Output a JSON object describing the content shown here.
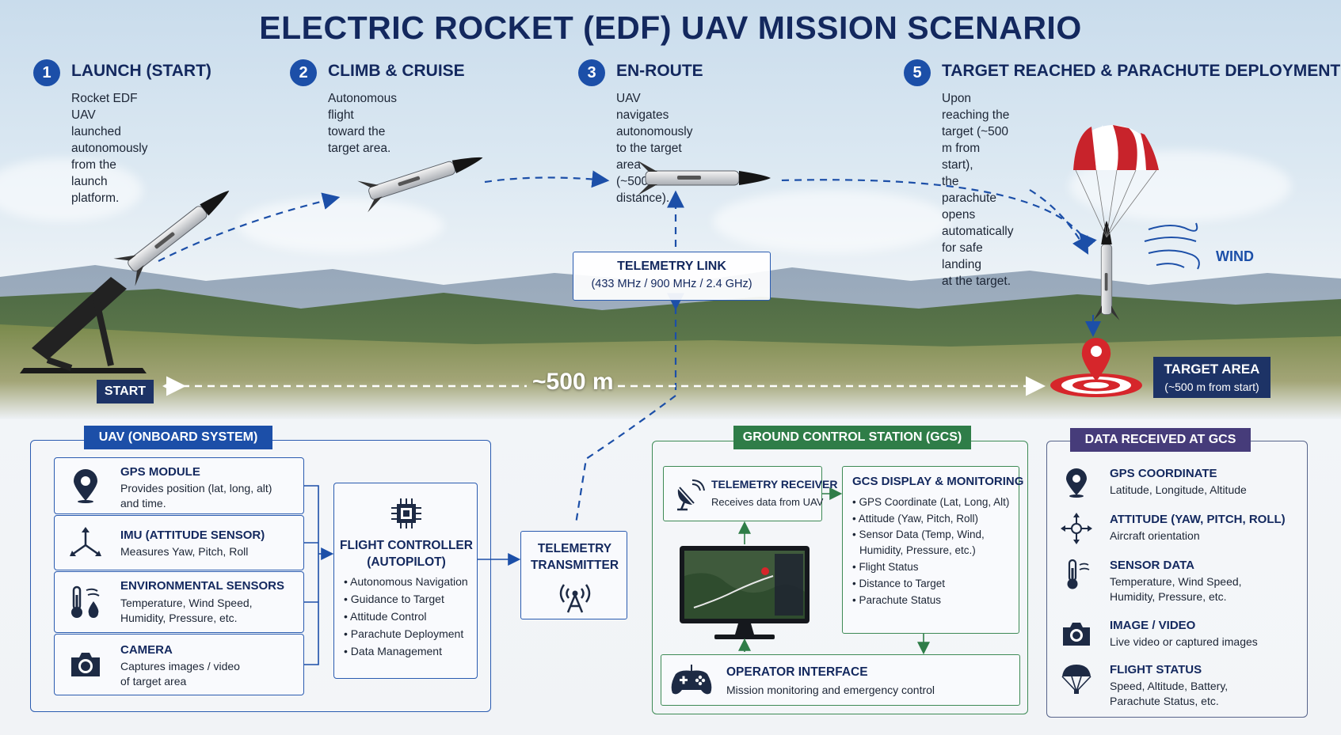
{
  "title": "ELECTRIC ROCKET (EDF) UAV MISSION SCENARIO",
  "colors": {
    "navy": "#13285e",
    "accent_blue": "#1c4fa8",
    "gcs_green": "#2f7d48",
    "data_purple": "#463c7a",
    "target_red": "#d6262b"
  },
  "steps": [
    {
      "num": "1",
      "title": "LAUNCH (START)",
      "desc": "Rocket EDF UAV launched\nautonomously from the\nlaunch platform."
    },
    {
      "num": "2",
      "title": "CLIMB & CRUISE",
      "desc": "Autonomous flight\ntoward the target area."
    },
    {
      "num": "3",
      "title": "EN-ROUTE",
      "desc": "UAV navigates autonomously\nto the target area\n(~500 m distance)."
    },
    {
      "num": "5",
      "title": "TARGET REACHED & PARACHUTE DEPLOYMENT",
      "desc": "Upon reaching the target (~500 m from start),\nthe parachute opens automatically for safe landing\nat the target."
    }
  ],
  "telemetry_link": {
    "title": "TELEMETRY LINK",
    "freq": "(433 MHz / 900 MHz / 2.4 GHz)"
  },
  "scene": {
    "start": "START",
    "distance": "~500 m",
    "target_title": "TARGET AREA",
    "target_sub": "(~500 m from start)",
    "wind": "WIND"
  },
  "uav_panel": {
    "tag": "UAV (ONBOARD SYSTEM)",
    "cards": [
      {
        "icon": "map-pin-icon",
        "title": "GPS MODULE",
        "desc": "Provides position (lat, long, alt)\nand time."
      },
      {
        "icon": "axes-icon",
        "title": "IMU (ATTITUDE SENSOR)",
        "desc": "Measures Yaw, Pitch, Roll"
      },
      {
        "icon": "thermometer-drop-icon",
        "title": "ENVIRONMENTAL SENSORS",
        "desc": "Temperature, Wind Speed,\nHumidity, Pressure, etc."
      },
      {
        "icon": "camera-icon",
        "title": "CAMERA",
        "desc": "Captures images / video\nof target area"
      }
    ],
    "flight_controller": {
      "title": "FLIGHT CONTROLLER\n(AUTOPILOT)",
      "items": [
        "Autonomous Navigation",
        "Guidance to Target",
        "Attitude Control",
        "Parachute Deployment",
        "Data Management"
      ]
    },
    "transmitter": {
      "title": "TELEMETRY\nTRANSMITTER"
    }
  },
  "gcs_panel": {
    "tag": "GROUND CONTROL STATION (GCS)",
    "receiver": {
      "title": "TELEMETRY RECEIVER",
      "desc": "Receives data from UAV"
    },
    "display": {
      "title": "GCS DISPLAY & MONITORING",
      "items": [
        "GPS Coordinate (Lat, Long, Alt)",
        "Attitude (Yaw, Pitch, Roll)",
        "Sensor Data (Temp, Wind,",
        "Humidity, Pressure, etc.)",
        "Flight Status",
        "Distance to Target",
        "Parachute Status"
      ]
    },
    "operator": {
      "title": "OPERATOR INTERFACE",
      "desc": "Mission monitoring and emergency control"
    }
  },
  "data_panel": {
    "tag": "DATA RECEIVED AT GCS",
    "items": [
      {
        "icon": "map-pin-icon",
        "title": "GPS COORDINATE",
        "desc": "Latitude, Longitude, Altitude"
      },
      {
        "icon": "crosshair-icon",
        "title": "ATTITUDE (YAW, PITCH, ROLL)",
        "desc": "Aircraft orientation"
      },
      {
        "icon": "thermometer-icon",
        "title": "SENSOR DATA",
        "desc": "Temperature, Wind Speed,\nHumidity, Pressure, etc."
      },
      {
        "icon": "camera-icon",
        "title": "IMAGE / VIDEO",
        "desc": "Live video or captured images"
      },
      {
        "icon": "parachute-icon",
        "title": "FLIGHT STATUS",
        "desc": "Speed, Altitude, Battery,\nParachute Status, etc."
      }
    ]
  }
}
